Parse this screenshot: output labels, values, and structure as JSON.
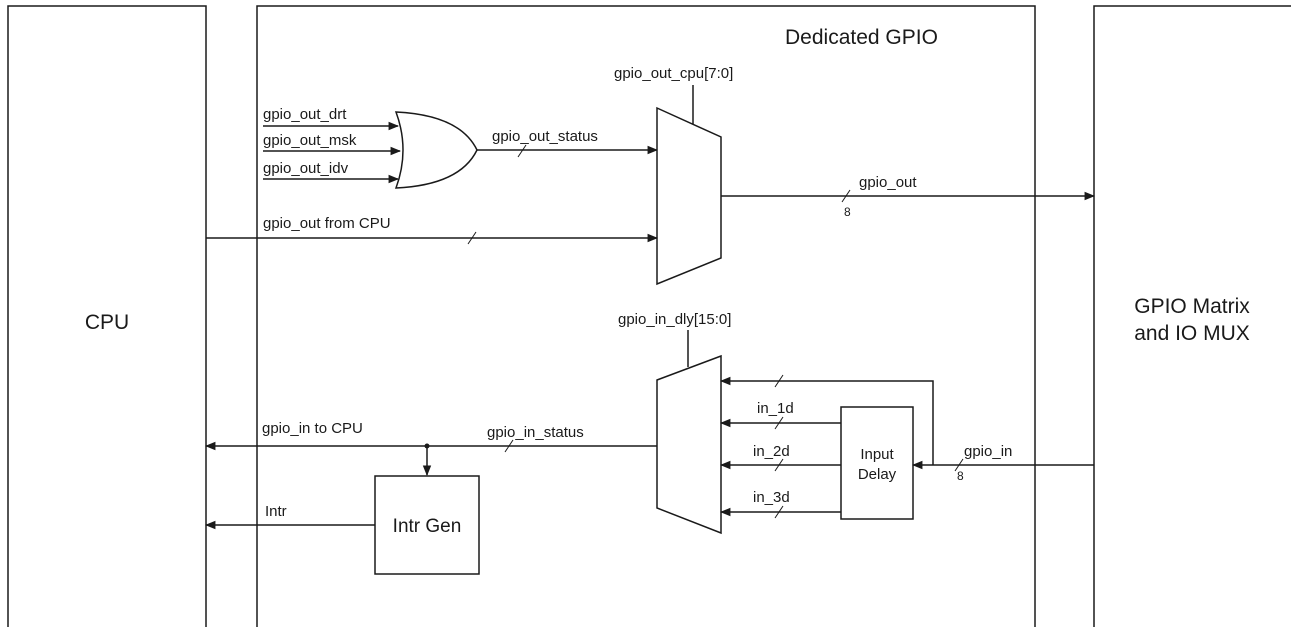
{
  "blocks": {
    "cpu": "CPU",
    "dedicated_gpio": "Dedicated GPIO",
    "gpio_matrix_line1": "GPIO Matrix",
    "gpio_matrix_line2": "and IO MUX",
    "intr_gen": "Intr Gen",
    "input_delay_line1": "Input",
    "input_delay_line2": "Delay"
  },
  "signals": {
    "gpio_out_drt": "gpio_out_drt",
    "gpio_out_msk": "gpio_out_msk",
    "gpio_out_idv": "gpio_out_idv",
    "gpio_out_status": "gpio_out_status",
    "gpio_out_cpu": "gpio_out_cpu[7:0]",
    "gpio_out": "gpio_out",
    "gpio_out_width": "8",
    "gpio_out_from_cpu": "gpio_out from CPU",
    "gpio_in_dly": "gpio_in_dly[15:0]",
    "in_1d": "in_1d",
    "in_2d": "in_2d",
    "in_3d": "in_3d",
    "gpio_in": "gpio_in",
    "gpio_in_width": "8",
    "gpio_in_to_cpu": "gpio_in to CPU",
    "gpio_in_status": "gpio_in_status",
    "intr": "Intr"
  }
}
